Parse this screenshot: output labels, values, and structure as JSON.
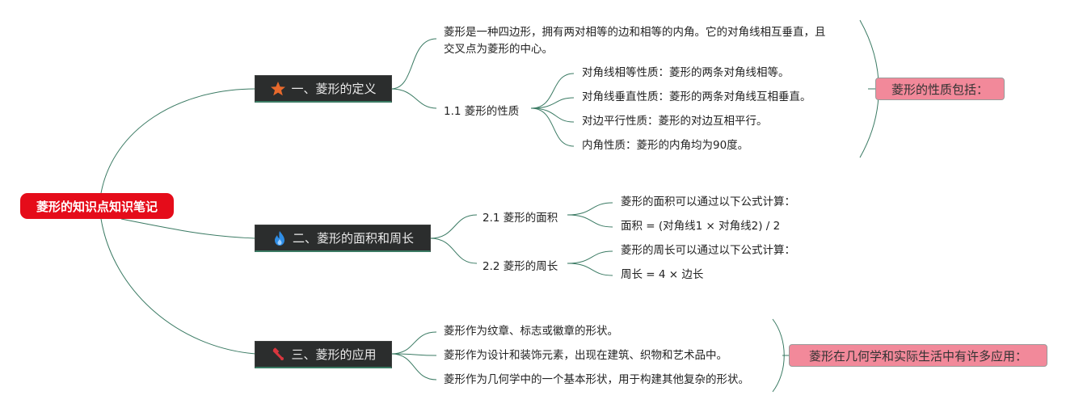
{
  "root": {
    "label": "菱形的知识点知识笔记"
  },
  "topics": [
    {
      "label": "一、菱形的定义",
      "icon": "star-icon",
      "icon_color": "#e8692c"
    },
    {
      "label": "二、菱形的面积和周长",
      "icon": "flame-icon",
      "icon_color": "#2f8ee6"
    },
    {
      "label": "三、菱形的应用",
      "icon": "tools-icon",
      "icon_color": "#d9363e"
    }
  ],
  "definition": {
    "text_line1": "菱形是一种四边形，拥有两对相等的边和相等的内角。它的对角线相互垂直，且",
    "text_line2": "交叉点为菱形的中心。",
    "properties_label": "1.1 菱形的性质",
    "properties": [
      "对角线相等性质：菱形的两条对角线相等。",
      "对角线垂直性质：菱形的两条对角线互相垂直。",
      "对边平行性质：菱形的对边互相平行。",
      "内角性质：菱形的内角均为90度。"
    ],
    "summary": "菱形的性质包括："
  },
  "area_perimeter": {
    "area_label": "2.1 菱形的面积",
    "area_items": [
      "菱形的面积可以通过以下公式计算：",
      "面积 = (对角线1 × 对角线2) / 2"
    ],
    "perimeter_label": "2.2 菱形的周长",
    "perimeter_items": [
      "菱形的周长可以通过以下公式计算：",
      "周长 = 4 × 边长"
    ]
  },
  "applications": {
    "items": [
      "菱形作为纹章、标志或徽章的形状。",
      "菱形作为设计和装饰元素，出现在建筑、织物和艺术品中。",
      "菱形作为几何学中的一个基本形状，用于构建其他复杂的形状。"
    ],
    "summary": "菱形在几何学和实际生活中有许多应用："
  },
  "colors": {
    "root": "#e50c1a",
    "topic_bg": "#2b2d2d",
    "line": "#3a7a63",
    "summary_bg": "#f2899a"
  }
}
